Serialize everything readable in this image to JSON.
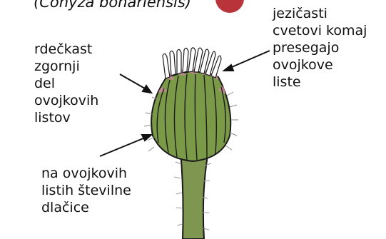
{
  "title_fragment": "(Conyza bonariensis)",
  "labels": {
    "top_left": [
      "rdečkast",
      "zgornji",
      "del",
      "ovojkovih",
      "listov"
    ],
    "top_right": [
      "jezičasti",
      "cvetovi komaj",
      "presegajo",
      "ovojkove",
      "liste"
    ],
    "bottom_left": [
      "na ovojkovih",
      "listih številne",
      "dlačice"
    ]
  },
  "colors": {
    "stem": "#7f9650",
    "head": "#7a9a48",
    "bract_tip": "#c98a9a",
    "outline": "#1a1a1a",
    "badge": "#b8343a"
  }
}
